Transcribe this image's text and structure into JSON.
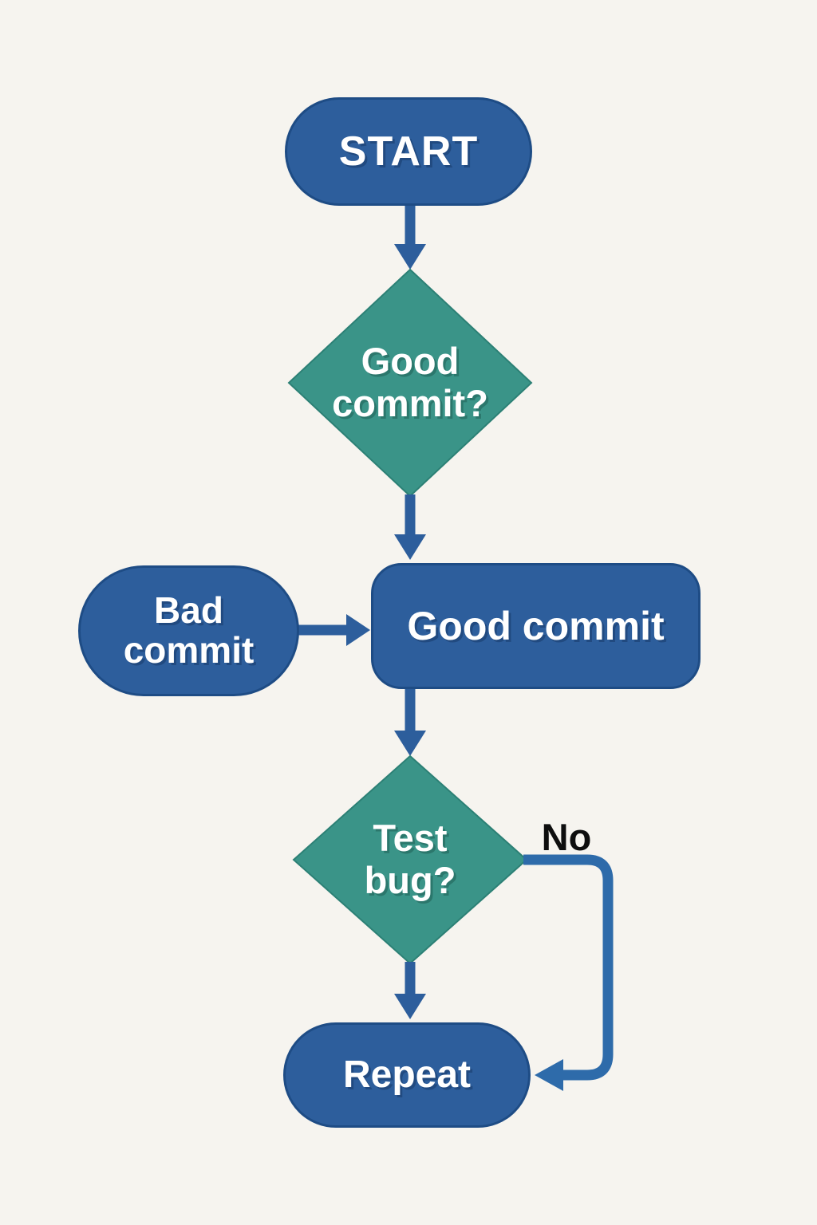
{
  "flowchart": {
    "start": {
      "label": "START",
      "shape": "terminator-pill"
    },
    "decision_good_commit": {
      "label": "Good commit?",
      "shape": "decision-diamond"
    },
    "bad_commit": {
      "label": "Bad commit",
      "shape": "terminator-pill"
    },
    "good_commit": {
      "label": "Good commit",
      "shape": "process-box"
    },
    "decision_test_bug": {
      "label": "Test bug?",
      "shape": "decision-diamond"
    },
    "repeat": {
      "label": "Repeat",
      "shape": "terminator-pill"
    },
    "no_edge_label": "No",
    "edges": [
      {
        "from": "start",
        "to": "decision_good_commit"
      },
      {
        "from": "decision_good_commit",
        "to": "good_commit"
      },
      {
        "from": "bad_commit",
        "to": "good_commit"
      },
      {
        "from": "good_commit",
        "to": "decision_test_bug"
      },
      {
        "from": "decision_test_bug",
        "to": "repeat"
      },
      {
        "from": "decision_test_bug",
        "to": "repeat",
        "label": "No",
        "route": "right-side-loop"
      }
    ]
  },
  "colors": {
    "background": "#f6f4ef",
    "node_blue": "#2d5e9c",
    "node_blue_border": "#1e4c85",
    "diamond_teal": "#3a9488",
    "diamond_teal_border": "#2c8075",
    "loop_line_blue": "#2e6baa",
    "text_white": "#ffffff",
    "edge_label_black": "#0e0e0e"
  }
}
